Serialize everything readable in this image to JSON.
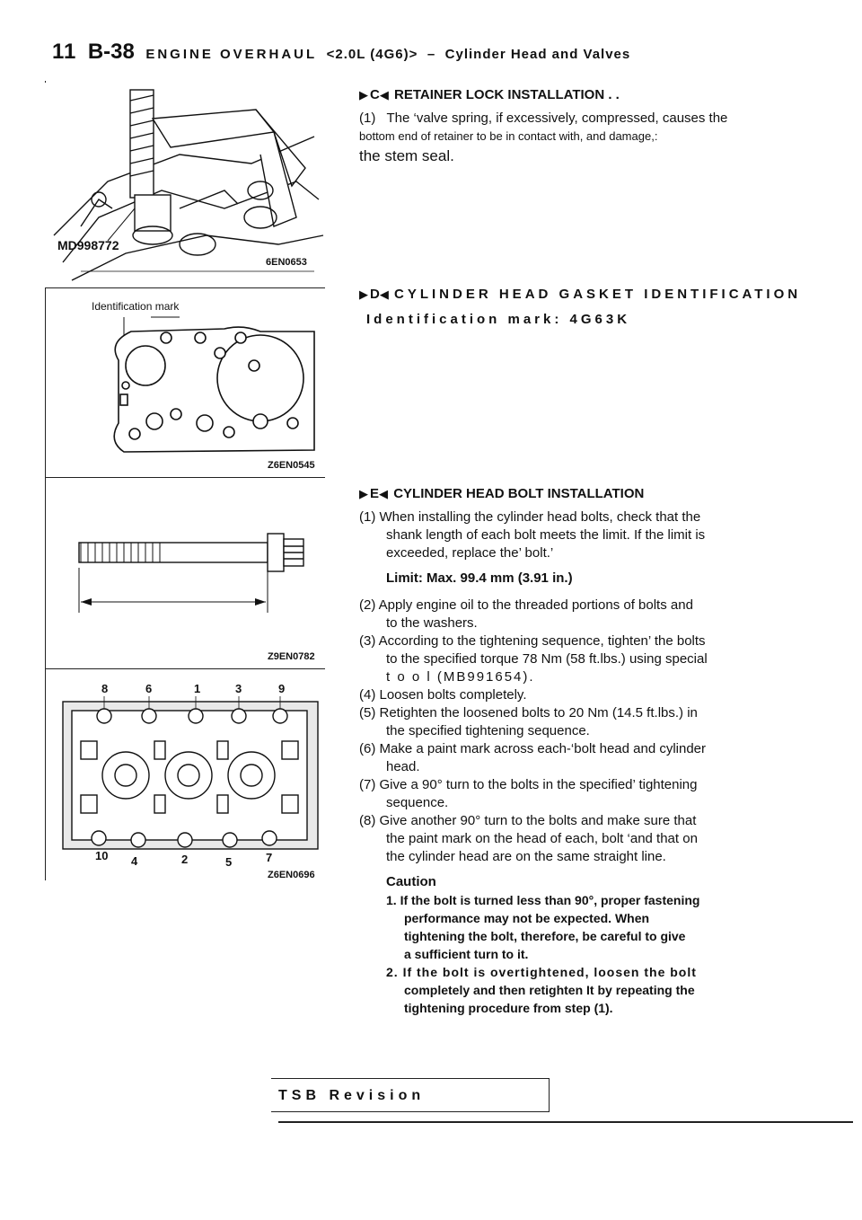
{
  "header": {
    "page_number": "11",
    "page_code": "B-38",
    "title": "ENGINE OVERHAUL",
    "engine": "<2.0L (4G6)>",
    "dash": "–",
    "subtitle": "Cylinder Head and Valves"
  },
  "figures": {
    "fig1": {
      "tool_label": "MD998772",
      "code": "6EN0653"
    },
    "fig2": {
      "caption": "Identification mark",
      "code": "Z6EN0545"
    },
    "fig3": {
      "code": "Z9EN0782"
    },
    "fig4": {
      "code": "Z6EN0696",
      "top_numbers": [
        "8",
        "6",
        "1",
        "3",
        "9"
      ],
      "bottom_numbers": [
        "10",
        "4",
        "2",
        "5",
        "7"
      ]
    }
  },
  "sections": {
    "c": {
      "marker": "C",
      "title": "RETAINER LOCK INSTALLATION . .",
      "step_num": "(1)",
      "line1": "The ‘valve spring, if excessively, compressed, causes the",
      "line2": "bottom end of retainer to be in contact with, and damage,:",
      "line3": "the stem seal."
    },
    "d": {
      "marker": "D",
      "title": "CYLINDER HEAD GASKET IDENTIFICATION",
      "ident": "Identification mark: 4G63K"
    },
    "e": {
      "marker": "E",
      "title": "CYLINDER HEAD BOLT INSTALLATION",
      "steps": [
        "(1) When installing the cylinder head bolts, check that the",
        "shank length of each bolt meets the limit. If the limit is",
        "exceeded, replace the’ bolt.’",
        "Limit: Max. 99.4 mm (3.91 in.)",
        "(2) Apply engine oil to the threaded portions of bolts and",
        "to the washers.",
        "(3) According to the tightening sequence, tighten’ the bolts",
        "to the specified torque 78 Nm (58 ft.lbs.) using special",
        "t o o l (MB991654).",
        "(4) Loosen bolts completely.",
        "(5) Retighten the loosened bolts to 20 Nm (14.5 ft.lbs.) in",
        "the specified tightening sequence.",
        "(6) Make a paint mark across each-‘bolt head and cylinder",
        "head.",
        "(7) Give a 90° turn to the bolts in the specified’ tightening",
        "sequence.",
        "(8) Give another 90° turn to the bolts and make sure that",
        "the paint mark on the head of each, bolt ‘and that on",
        "the cylinder head are on the same straight line."
      ],
      "caution_title": "Caution",
      "caution": [
        "1. If the bolt is turned less than 90°, proper fastening",
        "performance may not be expected. When",
        "tightening the bolt, therefore, be careful to give",
        "a sufficient turn to it.",
        "2. If the bolt is overtightened, loosen the bolt",
        "completely and then retighten It by repeating the",
        "tightening procedure from step (1)."
      ]
    }
  },
  "footer": {
    "tsb": "TSB Revision"
  }
}
